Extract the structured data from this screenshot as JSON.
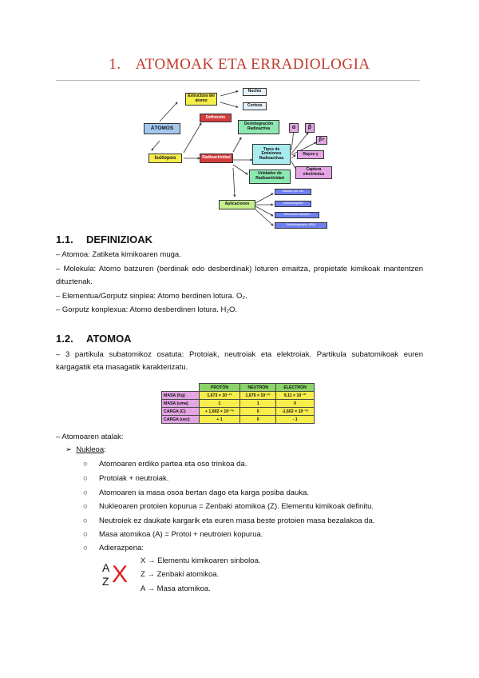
{
  "title": {
    "number": "1.",
    "text": "ATOMOAK ETA ERRADIOLOGIA"
  },
  "diagram": {
    "atomos": "ÁTOMOS",
    "estructura": "Estructura del átomo",
    "nucleo": "Nucleo",
    "corteza": "Corteza",
    "definicion": "Definición",
    "isotopos": "Isótopos",
    "radioactividad": "Radioactividad",
    "desintegracion": "Desintegración Radioactiva",
    "tipos": "Tipos de Emisiones Radioactivas",
    "unidades": "Unidades de Radioactividad",
    "alpha": "α",
    "beta": "β",
    "betaplus": "β+",
    "rayos": "Rayos γ",
    "captura": "Captura electrónica",
    "aplicaciones": "Aplicaciones",
    "app1": "Datación por 14C",
    "app2": "Autorradiografía",
    "app3": "Intercambio isotópico",
    "app4": "Radiodiagnóstico (RIA)"
  },
  "s11": {
    "num": "1.1.",
    "heading": "DEFINIZIOAK",
    "l1": "– Atomoa: Zatiketa kimikoaren muga.",
    "l2": "– Molekula: Atomo batzuren (berdinak edo desberdinak) loturen emaitza, propietate kimikoak mantentzen dituztenak.",
    "l3": "– Elementua/Gorputz sinplea: Atomo berdinen lotura. O₂.",
    "l4": "– Gorputz konplexua: Atomo desberdinen lotura. H₂O."
  },
  "s12": {
    "num": "1.2.",
    "heading": "ATOMOA",
    "intro": "– 3 partikula subatomikoz osatuta: Protoiak, neutroiak eta elektroiak. Partikula subatomikoak euren kargagatik eta masagatik karakterizatu.",
    "table": {
      "headers": [
        "PROTÓN",
        "NEUTRÓN",
        "ELECTRÓN"
      ],
      "rows": [
        {
          "label": "MASA (Kg)",
          "vals": [
            "1,673 × 10⁻²⁷",
            "1,675 × 10⁻²⁷",
            "9,11 × 10⁻³¹"
          ]
        },
        {
          "label": "MASA (uma)",
          "vals": [
            "1",
            "1",
            "0"
          ]
        },
        {
          "label": "CARGA (C)",
          "vals": [
            "+ 1,602 × 10⁻¹⁹",
            "0",
            "-1,602 × 10⁻¹⁹"
          ]
        },
        {
          "label": "CARGA (usc)",
          "vals": [
            "+ 1",
            "0",
            "- 1"
          ]
        }
      ]
    },
    "atalak": "– Atomoaren atalak:",
    "nukleoa": "Nukleoa",
    "items": [
      "Atomoaren erdiko partea eta oso trinkoa da.",
      "Protoiak + neutroiak.",
      "Atomoaren ia masa osoa bertan dago eta karga posiba dauka.",
      "Nukleoaren protoien kopurua = Zenbaki atomikoa (Z). Elementu kimikoak definitu.",
      "Neutroiek ez daukate kargarik eta euren masa beste protoien masa bezalakoa da.",
      "Masa atomikoa (A) = Protoi + neutroien kopurua.",
      "Adierazpena:"
    ],
    "sym_a": "A",
    "sym_z": "Z",
    "sym_x": "X",
    "legend": [
      "X → Elementu kimikoaren sinboloa.",
      "Z → Zenbaki atomikoa.",
      "A → Masa atomikoa."
    ]
  }
}
